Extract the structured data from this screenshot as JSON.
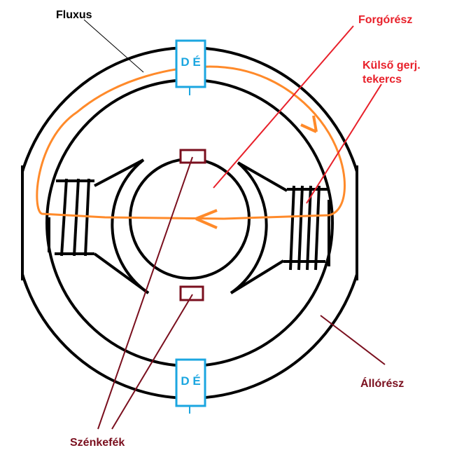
{
  "labels": {
    "flux": "Fluxus",
    "rotor": "Forgórész",
    "field_coil_1": "Külső gerj.",
    "field_coil_2": "tekercs",
    "stator": "Állórész",
    "brushes": "Szénkefék",
    "pole_top": "D É",
    "pole_bottom": "D É"
  },
  "colors": {
    "outline": "#000000",
    "flux": "#ff8a2a",
    "pole_box": "#1ba6e0",
    "rotor_label": "#e8202a",
    "brush": "#7a0f1e"
  }
}
